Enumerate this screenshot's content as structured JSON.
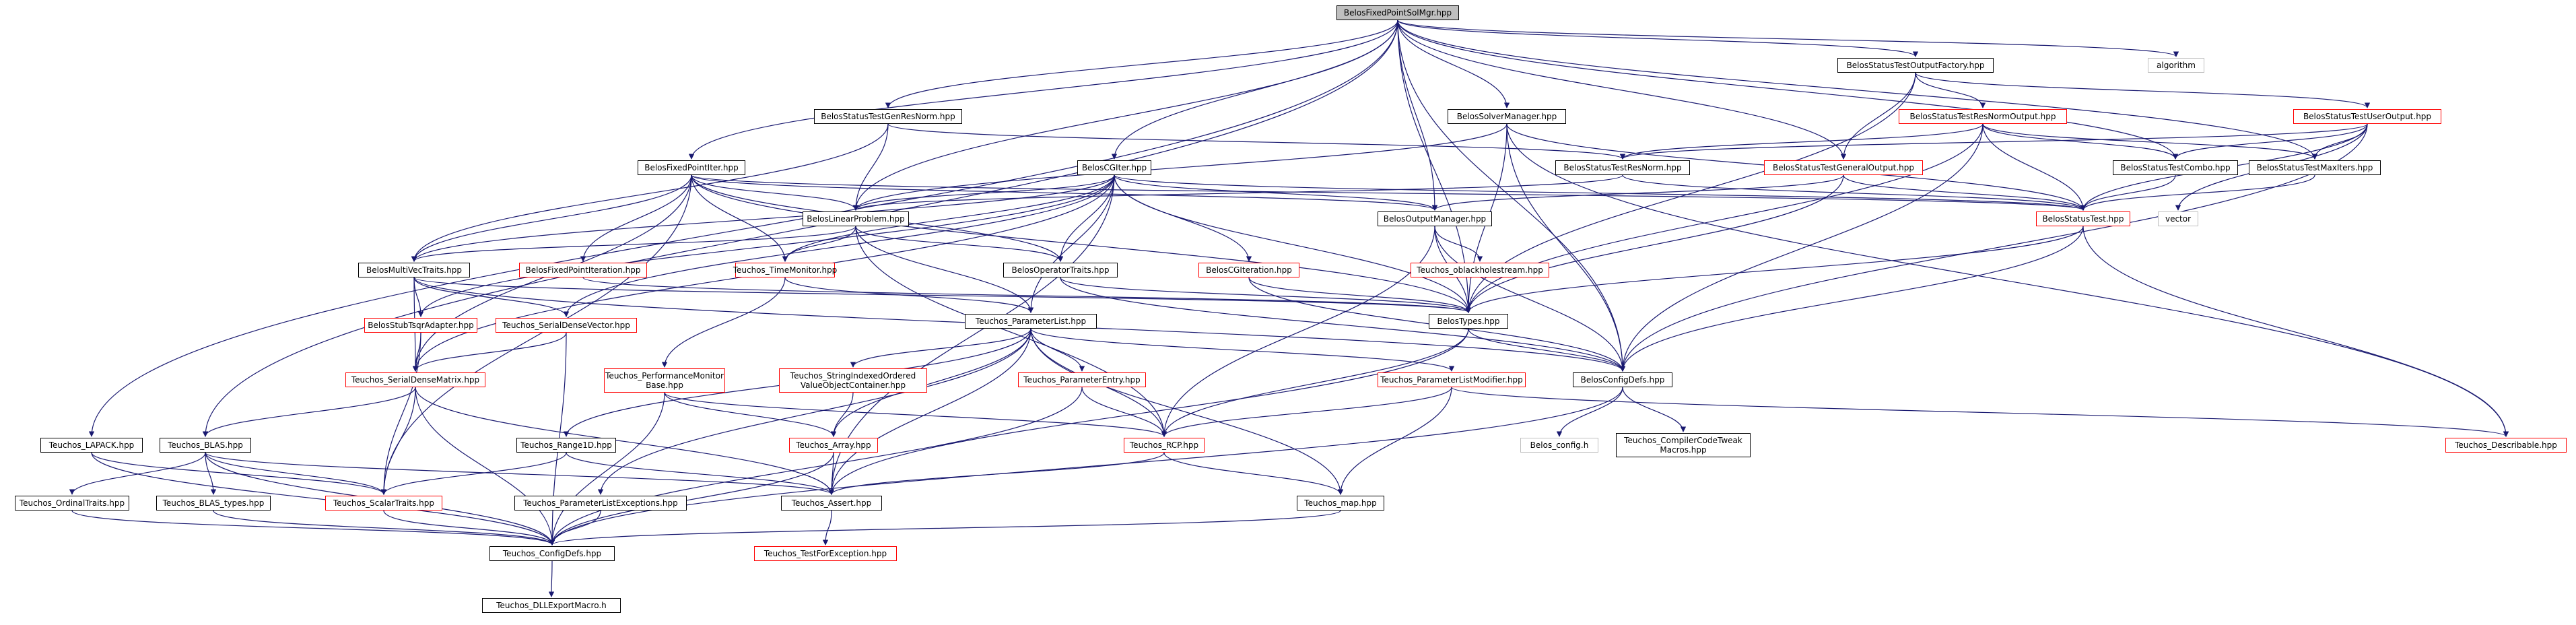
{
  "graph": {
    "edge_color": "#191970",
    "root": "BelosFixedPointSolMgr.hpp",
    "nodes": {
      "root": "BelosFixedPointSolMgr.hpp",
      "algorithm": "algorithm",
      "status_output_factory": "BelosStatusTestOutputFactory.hpp",
      "gen_res_norm": "BelosStatusTestGenResNorm.hpp",
      "solver_manager": "BelosSolverManager.hpp",
      "res_norm_output": "BelosStatusTestResNormOutput.hpp",
      "user_output": "BelosStatusTestUserOutput.hpp",
      "fixed_point_iter": "BelosFixedPointIter.hpp",
      "cg_iter": "BelosCGIter.hpp",
      "res_norm": "BelosStatusTestResNorm.hpp",
      "general_output": "BelosStatusTestGeneralOutput.hpp",
      "combo": "BelosStatusTestCombo.hpp",
      "maxiters": "BelosStatusTestMaxIters.hpp",
      "linear_problem": "BelosLinearProblem.hpp",
      "output_manager": "BelosOutputManager.hpp",
      "status_test": "BelosStatusTest.hpp",
      "vector": "vector",
      "multivec_traits": "BelosMultiVecTraits.hpp",
      "fixed_point_iteration": "BelosFixedPointIteration.hpp",
      "time_monitor": "Teuchos_TimeMonitor.hpp",
      "operator_traits": "BelosOperatorTraits.hpp",
      "cg_iteration": "BelosCGIteration.hpp",
      "oblackholestream": "Teuchos_oblackholestream.hpp",
      "stub_tsqr": "BelosStubTsqrAdapter.hpp",
      "serial_dense_vector": "Teuchos_SerialDenseVector.hpp",
      "parameter_list": "Teuchos_ParameterList.hpp",
      "belos_types": "BelosTypes.hpp",
      "serial_dense_matrix": "Teuchos_SerialDenseMatrix.hpp",
      "perf_monitor_base": "Teuchos_PerformanceMonitor\nBase.hpp",
      "string_indexed": "Teuchos_StringIndexedOrdered\nValueObjectContainer.hpp",
      "parameter_entry": "Teuchos_ParameterEntry.hpp",
      "parameter_list_modifier": "Teuchos_ParameterListModifier.hpp",
      "config_defs_belos": "BelosConfigDefs.hpp",
      "lapack": "Teuchos_LAPACK.hpp",
      "blas": "Teuchos_BLAS.hpp",
      "range1d": "Teuchos_Range1D.hpp",
      "array": "Teuchos_Array.hpp",
      "rcp": "Teuchos_RCP.hpp",
      "belos_config": "Belos_config.h",
      "compiler_code_tweak": "Teuchos_CompilerCodeTweak\nMacros.hpp",
      "describable": "Teuchos_Describable.hpp",
      "ordinal_traits": "Teuchos_OrdinalTraits.hpp",
      "blas_types": "Teuchos_BLAS_types.hpp",
      "scalar_traits": "Teuchos_ScalarTraits.hpp",
      "param_list_exceptions": "Teuchos_ParameterListExceptions.hpp",
      "assert": "Teuchos_Assert.hpp",
      "map": "Teuchos_map.hpp",
      "config_defs_teuchos": "Teuchos_ConfigDefs.hpp",
      "test_for_exception": "Teuchos_TestForException.hpp",
      "dll_export": "Teuchos_DLLExportMacro.h"
    }
  }
}
